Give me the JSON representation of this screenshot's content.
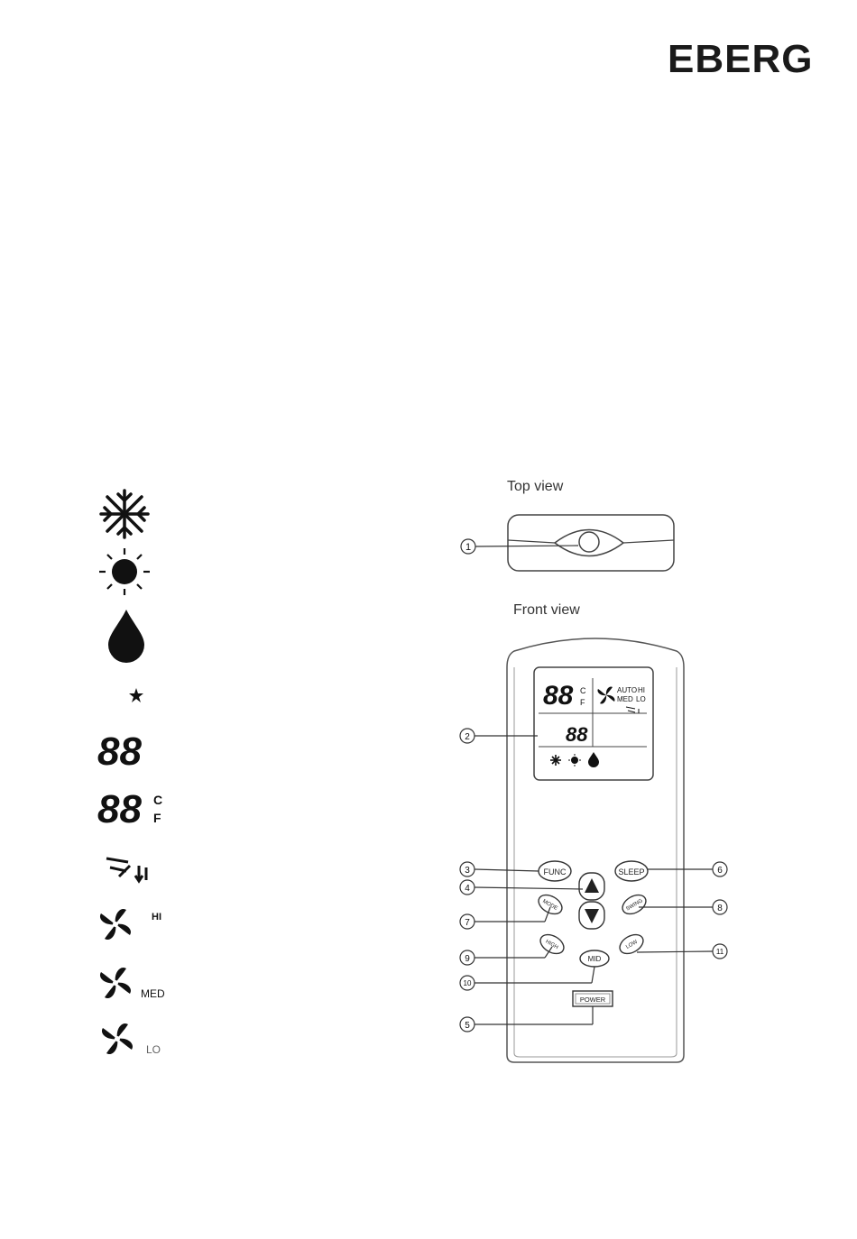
{
  "brand": {
    "logo": "EBERG"
  },
  "views": {
    "top": "Top view",
    "front": "Front view"
  },
  "icons": [
    {
      "name": "cool-snowflake-icon"
    },
    {
      "name": "heat-sun-icon"
    },
    {
      "name": "dry-drop-icon"
    },
    {
      "name": "sleep-moon-icon"
    },
    {
      "name": "timer-digits-icon",
      "text": "88"
    },
    {
      "name": "temperature-digits-icon",
      "text": "88",
      "unit_c": "C",
      "unit_f": "F"
    },
    {
      "name": "swing-icon"
    },
    {
      "name": "fan-hi-icon",
      "label": "HI"
    },
    {
      "name": "fan-med-icon",
      "label": "MED"
    },
    {
      "name": "fan-lo-icon",
      "label": "LO"
    }
  ],
  "remote": {
    "display": {
      "temp": "88",
      "unit_c": "C",
      "unit_f": "F",
      "timer": "88",
      "fan_auto": "AUTO",
      "fan_hi": "HI",
      "fan_med": "MED",
      "fan_lo": "LO"
    },
    "buttons": {
      "func": "FUNC",
      "sleep": "SLEEP",
      "power": "POWER",
      "mid": "MID",
      "high": "HIGH",
      "low": "LOW",
      "mode": "MODE",
      "swing": "SWING"
    },
    "callouts": [
      "1",
      "2",
      "3",
      "4",
      "5",
      "6",
      "7",
      "8",
      "9",
      "10",
      "11"
    ]
  }
}
